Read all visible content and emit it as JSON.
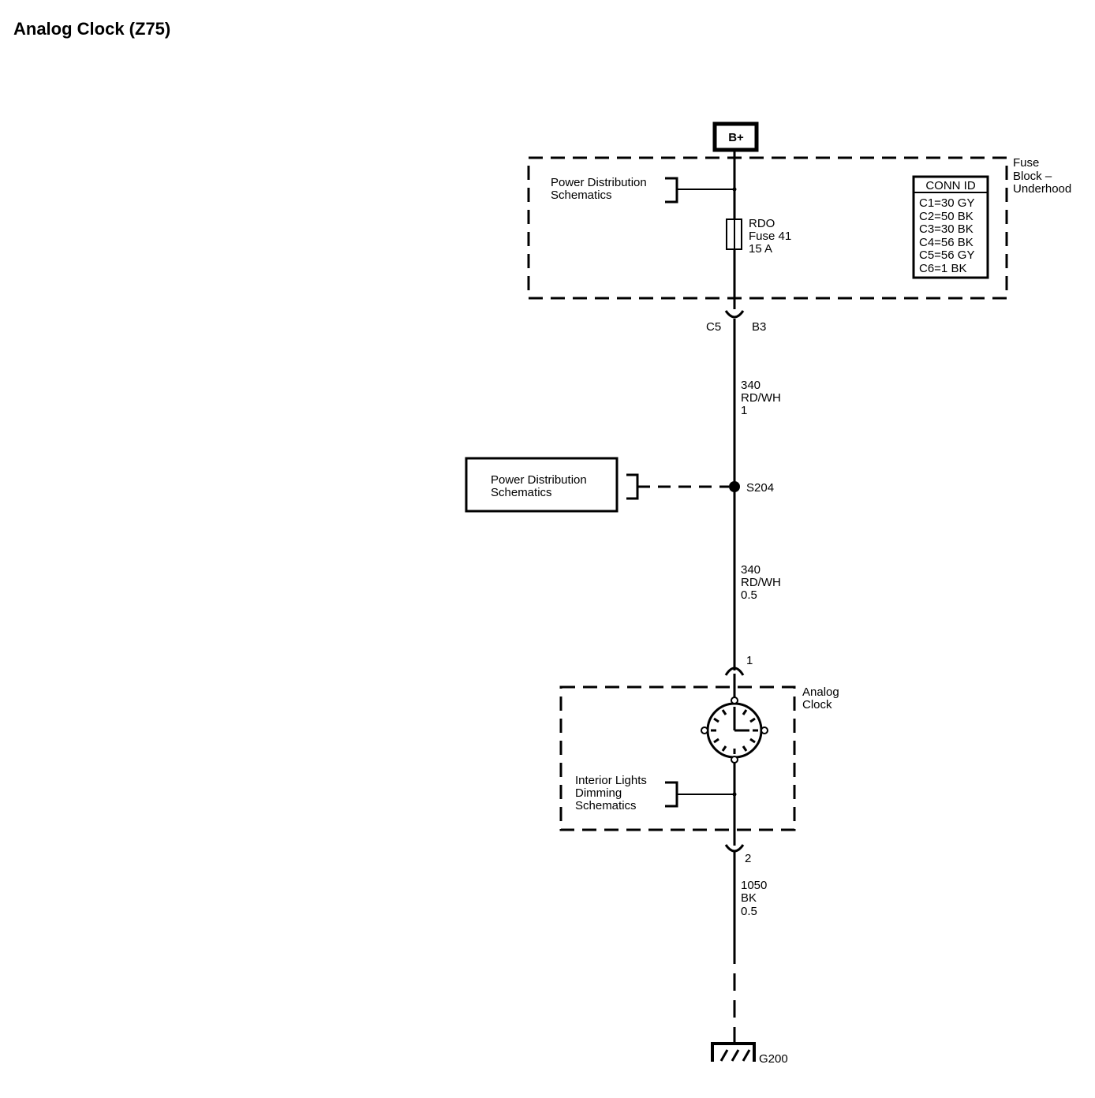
{
  "title": "Analog Clock (Z75)",
  "power_source": "B+",
  "fuse_block": {
    "label": [
      "Fuse",
      "Block –",
      "Underhood"
    ],
    "reference": [
      "Power Distribution",
      "Schematics"
    ],
    "fuse": [
      "RDO",
      "Fuse 41",
      "15 A"
    ],
    "conn_id": {
      "header": "CONN ID",
      "entries": [
        "C1=30 GY",
        "C2=50 BK",
        "C3=30 BK",
        "C4=56 BK",
        "C5=56 GY",
        "C6=1 BK"
      ]
    },
    "connector": "C5",
    "pin": "B3"
  },
  "wire_upper": [
    "340",
    "RD/WH",
    "1"
  ],
  "splice": {
    "id": "S204",
    "reference": [
      "Power Distribution",
      "Schematics"
    ]
  },
  "wire_middle": [
    "340",
    "RD/WH",
    "0.5"
  ],
  "clock": {
    "pin_in": "1",
    "label": [
      "Analog",
      "Clock"
    ],
    "reference": [
      "Interior Lights",
      "Dimming",
      "Schematics"
    ],
    "pin_out": "2"
  },
  "wire_lower": [
    "1050",
    "BK",
    "0.5"
  ],
  "ground": "G200"
}
